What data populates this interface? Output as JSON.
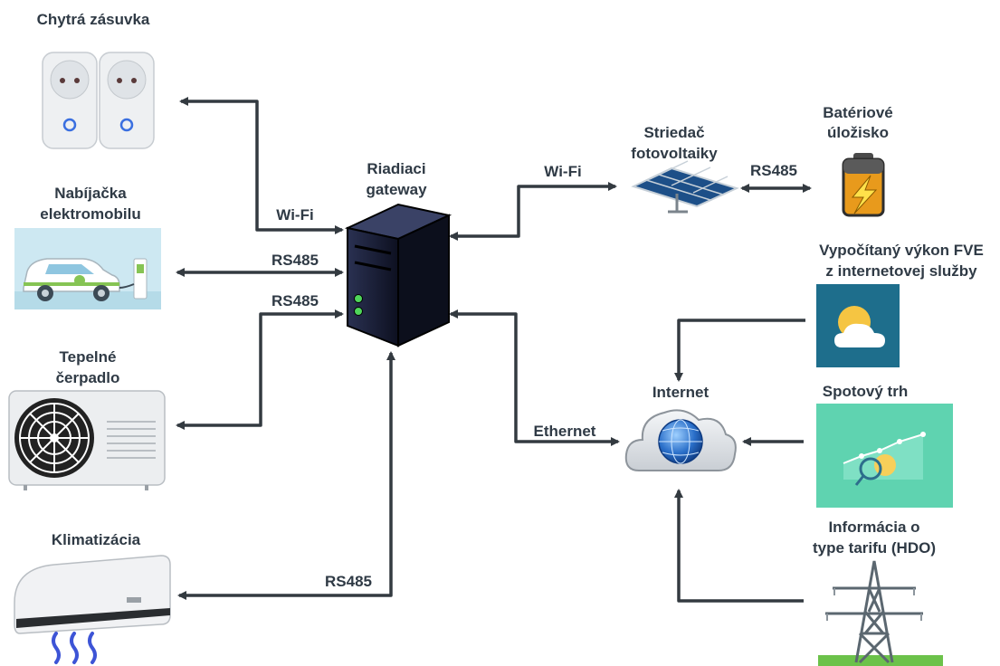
{
  "nodes": {
    "smart_socket": {
      "title": "Chytrá zásuvka"
    },
    "ev_charger": {
      "title_lines": [
        "Nabíjačka",
        "elektromobilu"
      ]
    },
    "heat_pump": {
      "title_lines": [
        "Tepelné",
        "čerpadlo"
      ]
    },
    "air_conditioner": {
      "title": "Klimatizácia"
    },
    "gateway": {
      "title_lines": [
        "Riadiaci",
        "gateway"
      ]
    },
    "pv_inverter": {
      "title_lines": [
        "Striedač",
        "fotovoltaiky"
      ]
    },
    "battery": {
      "title_lines": [
        "Batériové",
        "úložisko"
      ]
    },
    "pv_forecast": {
      "title_lines": [
        "Vypočítaný výkon FVE",
        "z internetovej služby"
      ]
    },
    "internet": {
      "title": "Internet"
    },
    "spot_market": {
      "title": "Spotový trh"
    },
    "tariff_info": {
      "title_lines": [
        "Informácia o",
        "type tarifu (HDO)"
      ]
    }
  },
  "connections": {
    "socket_gateway": "Wi-Fi",
    "charger_gateway": "RS485",
    "heatpump_gateway": "RS485",
    "ac_gateway": "RS485",
    "gateway_inverter": "Wi-Fi",
    "inverter_battery": "RS485",
    "gateway_internet": "Ethernet"
  },
  "colors": {
    "line": "#333a40",
    "text": "#2f3a45",
    "weather_bg": "#1e6e8c",
    "market_bg": "#5fd3b0",
    "charger_bg": "#cde8f2",
    "server": "#141a2e",
    "led": "#4fd65a"
  }
}
